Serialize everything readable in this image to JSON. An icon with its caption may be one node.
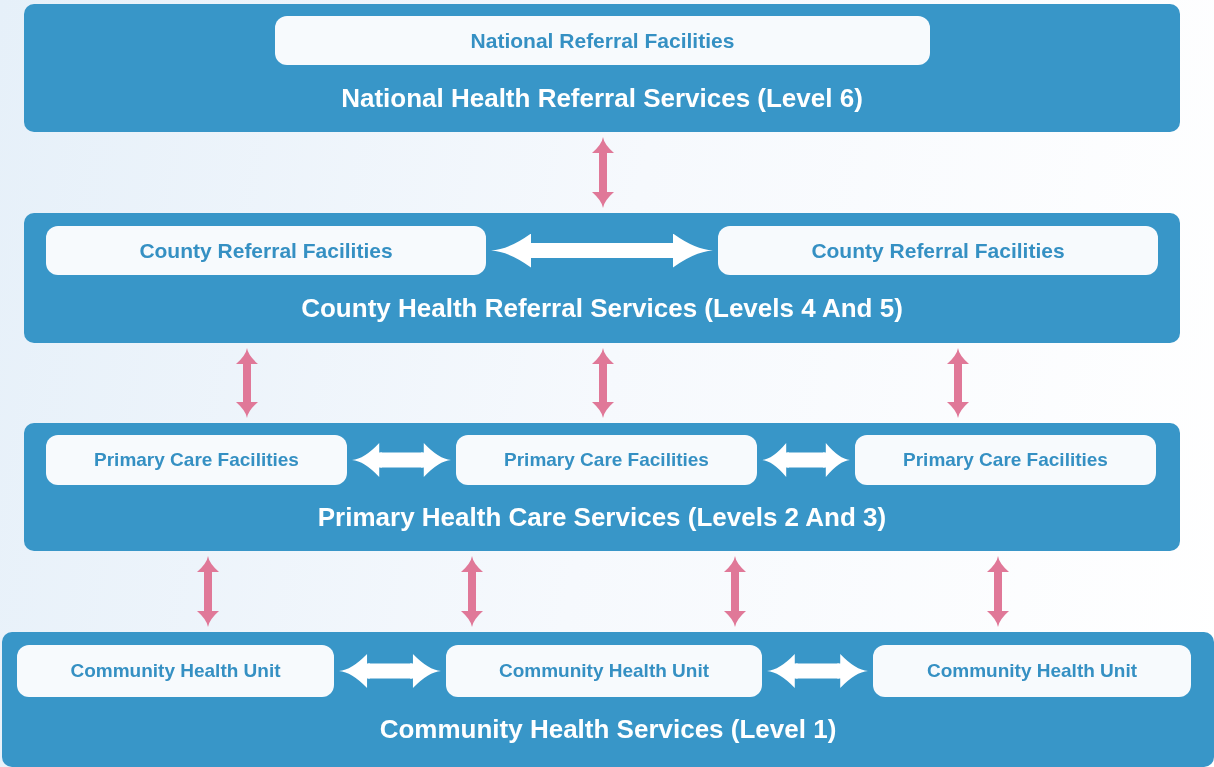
{
  "diagram": {
    "nodes": [
      {
        "text": [
          "National Health Referral Services (Level 6)"
        ]
      },
      {
        "text": [
          "National Referral Facilities"
        ],
        "in": 0
      },
      {
        "text": [
          "County Health Referral Services (Levels 4 And 5)"
        ]
      },
      {
        "text": [
          "County Referral Facilities"
        ],
        "in": 2
      },
      {
        "text": [
          "County Referral Facilities"
        ],
        "in": 2
      },
      {
        "text": [
          "Primary Health Care Services (Levels 2 And 3)"
        ]
      },
      {
        "text": [
          "Primary Care Facilities"
        ],
        "in": 5
      },
      {
        "text": [
          "Primary Care Facilities"
        ],
        "in": 5
      },
      {
        "text": [
          "Primary Care Facilities"
        ],
        "in": 5
      },
      {
        "text": [
          "Community Health Services (Level 1)"
        ]
      },
      {
        "text": [
          "Community Health Unit"
        ],
        "in": 9
      },
      {
        "text": [
          "Community Health Unit"
        ],
        "in": 9
      },
      {
        "text": [
          "Community Health Unit"
        ],
        "in": 9
      }
    ],
    "edges": [
      {
        "from": 0,
        "to": 2,
        "arrow": "both"
      },
      {
        "from": 3,
        "to": 4,
        "arrow": "both",
        "color": "#ffffff"
      },
      {
        "from": 2,
        "to": 5,
        "arrow": "both"
      },
      {
        "from": 2,
        "to": 5,
        "arrow": "both"
      },
      {
        "from": 2,
        "to": 5,
        "arrow": "both"
      },
      {
        "from": 6,
        "to": 7,
        "arrow": "both",
        "color": "#ffffff"
      },
      {
        "from": 7,
        "to": 8,
        "arrow": "both",
        "color": "#ffffff"
      },
      {
        "from": 5,
        "to": 9,
        "arrow": "both"
      },
      {
        "from": 5,
        "to": 9,
        "arrow": "both"
      },
      {
        "from": 5,
        "to": 9,
        "arrow": "both"
      },
      {
        "from": 5,
        "to": 9,
        "arrow": "both"
      },
      {
        "from": 10,
        "to": 11,
        "arrow": "both",
        "color": "#ffffff"
      },
      {
        "from": 11,
        "to": 12,
        "arrow": "both",
        "color": "#ffffff"
      }
    ]
  }
}
